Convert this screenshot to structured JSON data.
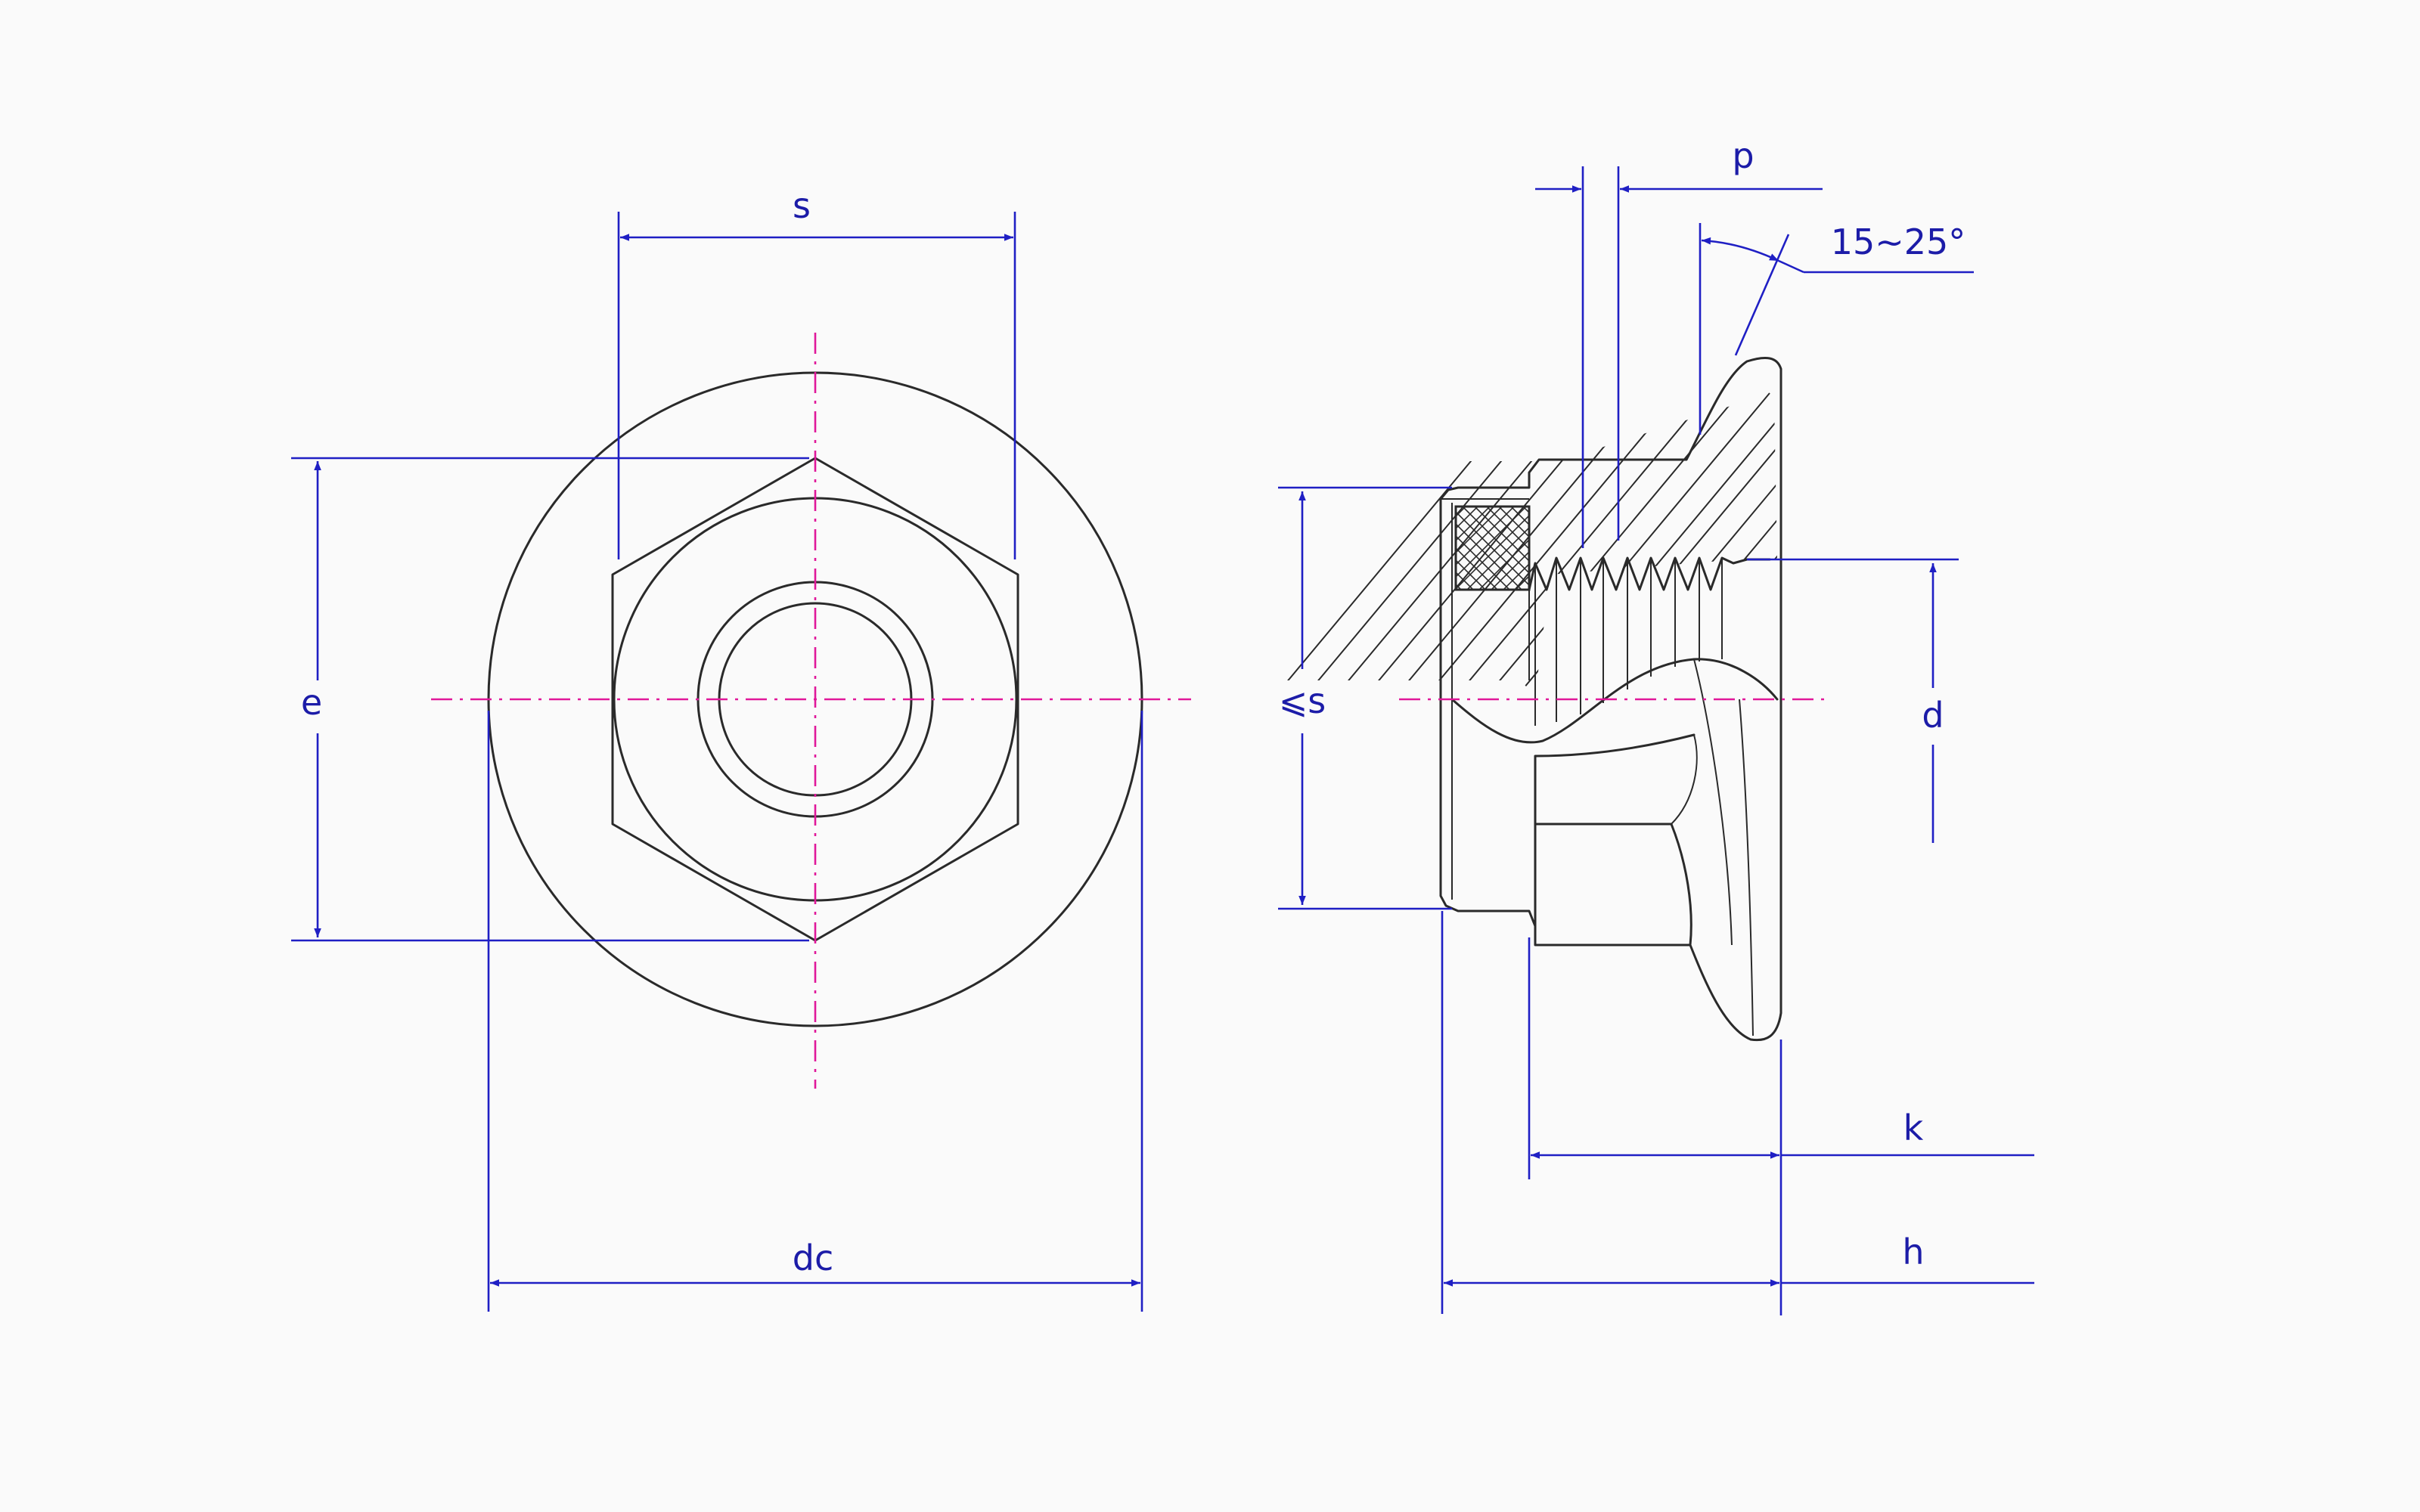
{
  "labels": {
    "s_top": "s",
    "e": "e",
    "dc": "dc",
    "s_side": "⩽s",
    "p": "p",
    "angle": "15~25°",
    "d": "d",
    "k": "k",
    "h": "h"
  },
  "colors": {
    "outline": "#2a2a2a",
    "dimension": "#1f1fc4",
    "centerline": "#e0189a",
    "background": "#fafafa"
  }
}
